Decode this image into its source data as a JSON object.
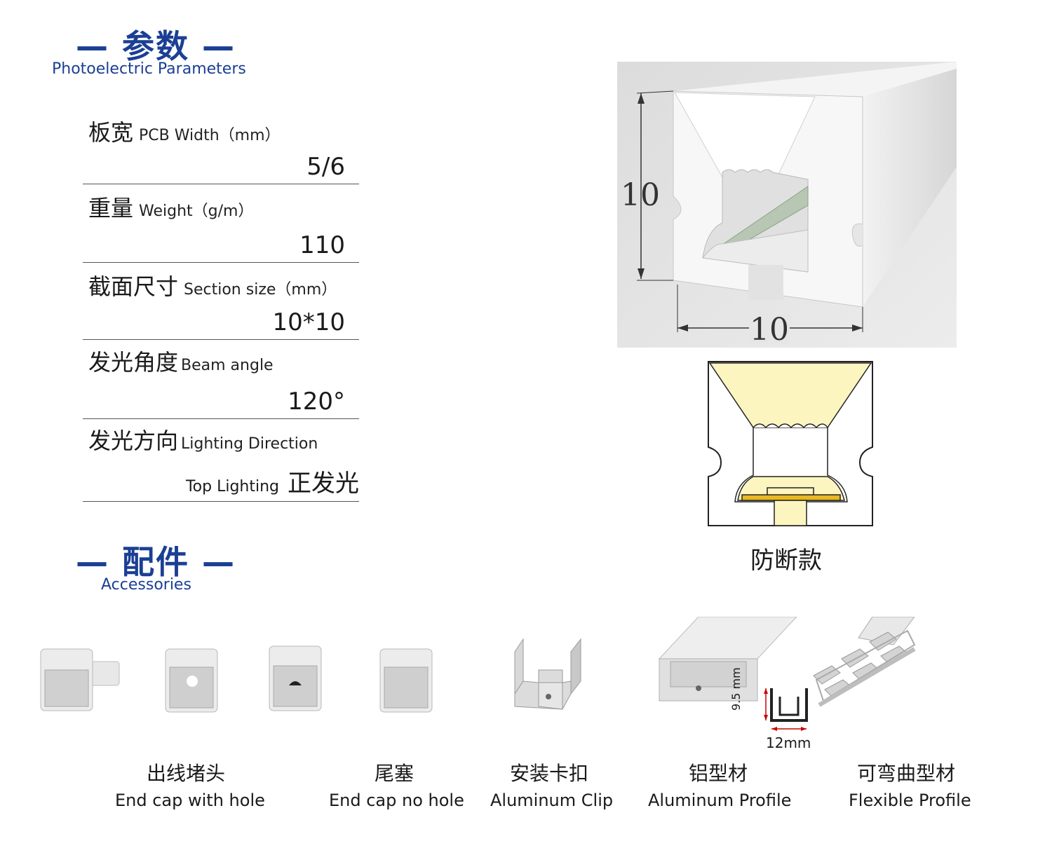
{
  "params_section": {
    "title_cn": "— 参数 —",
    "title_en": "Photoelectric Parameters"
  },
  "params": [
    {
      "cn": "板宽",
      "en": "PCB Width（mm）",
      "value": "5/6"
    },
    {
      "cn": "重量",
      "en": "Weight（g/m）",
      "value": "110"
    },
    {
      "cn": "截面尺寸",
      "en": "Section size（mm）",
      "value": "10*10"
    },
    {
      "cn": "发光角度",
      "en": "Beam angle",
      "value": "120°"
    },
    {
      "cn": "发光方向",
      "en": "Lighting Direction",
      "value_en": "Top Lighting",
      "value": "正发光"
    }
  ],
  "product_image": {
    "height_label": "10",
    "width_label": "10"
  },
  "cross_section": {
    "caption": "防断款"
  },
  "accessories_section": {
    "title_cn": "— 配件 —",
    "title_en": "Accessories"
  },
  "profile_dims": {
    "height": "9.5 mm",
    "width": "12mm"
  },
  "accessories": [
    {
      "cn": "出线堵头",
      "en": "End cap with hole"
    },
    {
      "cn": "尾塞",
      "en": "End cap no hole"
    },
    {
      "cn": "安装卡扣",
      "en": "Aluminum Clip"
    },
    {
      "cn": "铝型材",
      "en": "Aluminum Profile"
    },
    {
      "cn": "可弯曲型材",
      "en": "Flexible Profile"
    }
  ],
  "colors": {
    "heading_blue": "#1b3f94",
    "light_yellow": "#fdf5c0",
    "led_yellow": "#e8b820"
  }
}
